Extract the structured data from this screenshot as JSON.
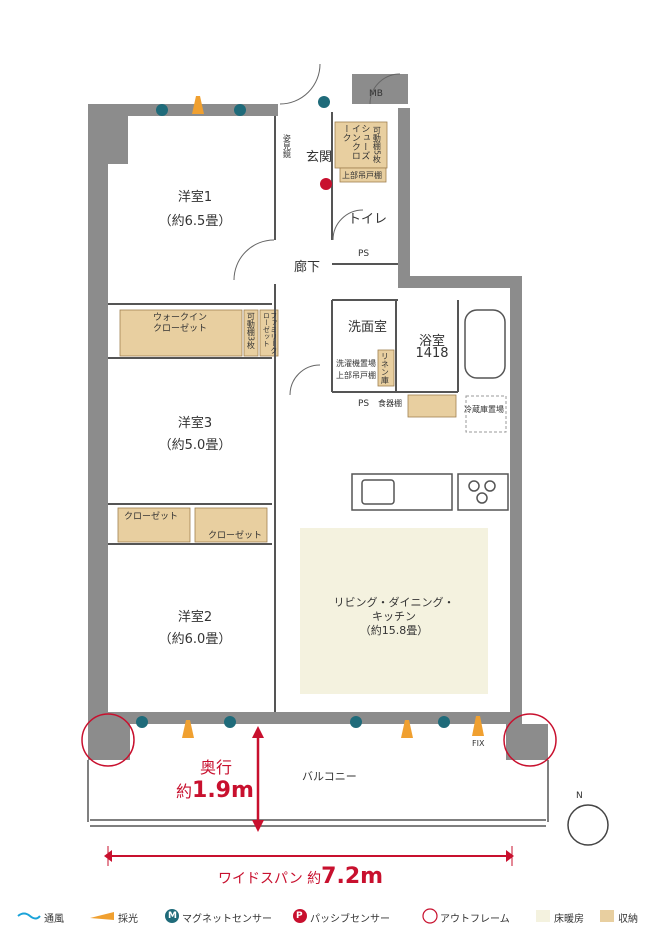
{
  "rooms": {
    "bedroom1": {
      "name": "洋室1",
      "size": "（約6.5畳）"
    },
    "bedroom3": {
      "name": "洋室3",
      "size": "（約5.0畳）"
    },
    "bedroom2": {
      "name": "洋室2",
      "size": "（約6.0畳）"
    },
    "entrance": "玄関",
    "hallway": "廊下",
    "toilet": "トイレ",
    "washroom": "洗面室",
    "bathroom": {
      "name": "浴室",
      "size": "1418"
    },
    "ldk": {
      "line1": "リビング・ダイニング・",
      "line2": "キッチン",
      "size": "（約15.8畳）"
    },
    "balcony": "バルコニー"
  },
  "storage": {
    "walkin": {
      "line1": "ウォークイン",
      "line2": "クローゼット"
    },
    "closet_a": "クローゼット",
    "closet_b": "クローゼット",
    "family_closet": "ファミリークローゼット",
    "movable_shelf_3": "可動棚3枚",
    "movable_shelf_5": "可動棚5枚",
    "shoe_closet": "シューズインクローク",
    "upper_shelf": "上部吊戸棚",
    "laundry_shelf_1": "洗濯機置場",
    "laundry_shelf_2": "上部吊戸棚",
    "linen": "リネン庫",
    "pantry": "食器棚",
    "fridge": "冷蔵庫置場"
  },
  "marks": {
    "mb": "MB",
    "ps1": "PS",
    "ps2": "PS",
    "mirror": "姿見鏡",
    "fix": "FIX"
  },
  "dimensions": {
    "depth_label": "奥行",
    "depth_prefix": "約",
    "depth_value": "1.9m",
    "width_label": "ワイドスパン 約",
    "width_value": "7.2m"
  },
  "compass": "N",
  "legend": {
    "wind": "通風",
    "light": "採光",
    "magnet": "マグネットセンサー",
    "passive": "パッシブセンサー",
    "outframe": "アウトフレーム",
    "floorheat": "床暖房",
    "storage": "収納",
    "magnet_icon": "M",
    "passive_icon": "P"
  },
  "colors": {
    "wall": "#8c8c8c",
    "storage": "#e8cfa0",
    "floorheat": "#f4f2df",
    "accent_red": "#c8102e",
    "sensor_teal": "#1f6b7a",
    "light_orange": "#f0a030",
    "wind_blue": "#1aa3d9"
  }
}
